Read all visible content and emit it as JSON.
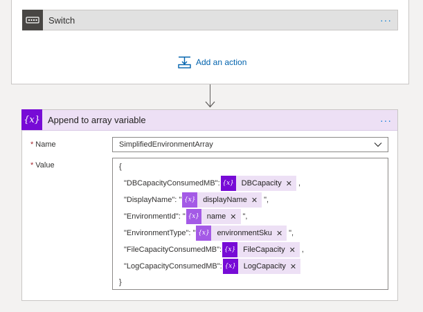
{
  "switch": {
    "title": "Switch",
    "more_label": "···"
  },
  "add_action": {
    "label": "Add an action"
  },
  "append": {
    "title": "Append to array variable",
    "icon_text": "{x}",
    "more_label": "···",
    "name_field": {
      "label": "Name",
      "required_mark": "*",
      "value": "SimplifiedEnvironmentArray"
    },
    "value_field": {
      "label": "Value",
      "required_mark": "*",
      "open_brace": "{",
      "close_brace": "}",
      "lines": [
        {
          "prefix": "\"DBCapacityConsumedMB\": ",
          "token": "DBCapacity",
          "token_icon": "{x}",
          "icon_style": "dark",
          "suffix": ","
        },
        {
          "prefix": "\"DisplayName\": \"",
          "token": "displayName",
          "token_icon": "{x}",
          "icon_style": "light",
          "suffix": "\","
        },
        {
          "prefix": "\"EnvironmentId\": \"",
          "token": "name",
          "token_icon": "{x}",
          "icon_style": "light",
          "suffix": "\","
        },
        {
          "prefix": "\"EnvironmentType\": \"",
          "token": "environmentSku",
          "token_icon": "{x}",
          "icon_style": "light",
          "suffix": "\","
        },
        {
          "prefix": "\"FileCapacityConsumedMB\": ",
          "token": "FileCapacity",
          "token_icon": "{x}",
          "icon_style": "dark",
          "suffix": ","
        },
        {
          "prefix": "\"LogCapacityConsumedMB\": ",
          "token": "LogCapacity",
          "token_icon": "{x}",
          "icon_style": "dark",
          "suffix": ""
        }
      ]
    }
  },
  "colors": {
    "variable_accent": "#770bd6",
    "variable_header": "#ede0f5",
    "link": "#0062ad",
    "switch_icon_bg": "#484644"
  }
}
